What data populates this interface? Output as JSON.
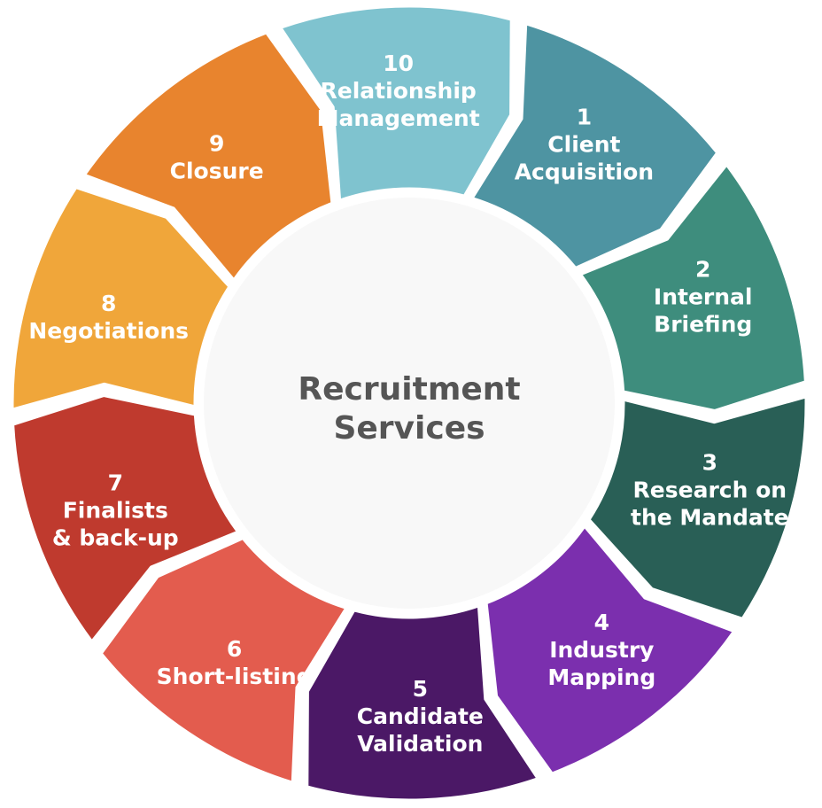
{
  "diagram": {
    "center": {
      "line1": "Recruitment",
      "line2": "Services"
    },
    "segments": [
      {
        "number": "1",
        "line1": "Client",
        "line2": "Acquisition",
        "color": "#4e94a2"
      },
      {
        "number": "2",
        "line1": "Internal",
        "line2": "Briefing",
        "color": "#3e8d7d"
      },
      {
        "number": "3",
        "line1": "Research on",
        "line2": "the Mandate",
        "color": "#295f56"
      },
      {
        "number": "4",
        "line1": "Industry",
        "line2": "Mapping",
        "color": "#7b2fae"
      },
      {
        "number": "5",
        "line1": "Candidate",
        "line2": "Validation",
        "color": "#4b1866"
      },
      {
        "number": "6",
        "line1": "Short-listing",
        "line2": "",
        "color": "#e35c4e"
      },
      {
        "number": "7",
        "line1": "Finalists",
        "line2": "& back-up",
        "color": "#bf3a2e"
      },
      {
        "number": "8",
        "line1": "Negotiations",
        "line2": "",
        "color": "#f0a63a"
      },
      {
        "number": "9",
        "line1": "Closure",
        "line2": "",
        "color": "#e8842e"
      },
      {
        "number": "10",
        "line1": "Relationship",
        "line2": "Management",
        "color": "#7fc3cf"
      }
    ]
  }
}
